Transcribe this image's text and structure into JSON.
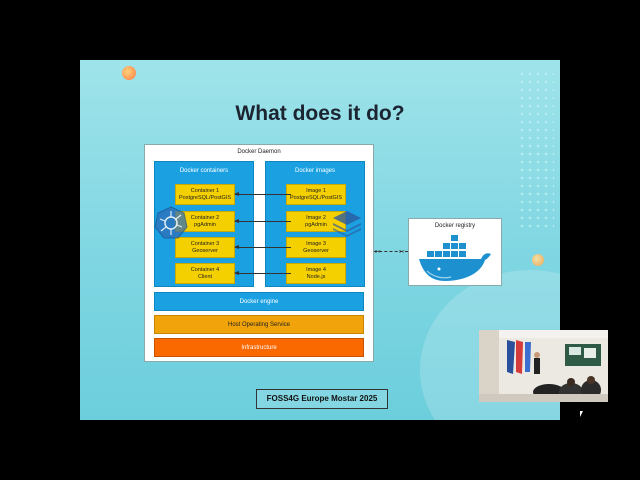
{
  "slide": {
    "title": "What does it do?",
    "footer": "FOSS4G Europe Mostar 2025"
  },
  "diagram": {
    "daemon_label": "Docker Daemon",
    "containers_label": "Docker containers",
    "images_label": "Docker images",
    "containers": [
      {
        "line1": "Container 1",
        "line2": "PostgreSQL/PostGIS"
      },
      {
        "line1": "Container 2",
        "line2": "pgAdmin"
      },
      {
        "line1": "Container 3",
        "line2": "Geoserver"
      },
      {
        "line1": "Container 4",
        "line2": "Client"
      }
    ],
    "images": [
      {
        "line1": "Image 1",
        "line2": "PostgreSQL/PostGIS"
      },
      {
        "line1": "Image 2",
        "line2": "pgAdmin"
      },
      {
        "line1": "Image 3",
        "line2": "Geoserver"
      },
      {
        "line1": "Image 4",
        "line2": "Node.js"
      }
    ],
    "engine_label": "Docker engine",
    "host_label": "Host Operating Service",
    "infra_label": "Infrastructure",
    "registry_label": "Docker registry"
  },
  "icons": [
    "docker-whale-icon",
    "kubernetes-icon",
    "layers-icon",
    "cursor-icon"
  ],
  "colors": {
    "slide_bg": "#8edde6",
    "docker_blue": "#1ba1e2",
    "item_yellow": "#f5d000",
    "host_orange": "#f0a30a",
    "infra_orange": "#fa6800",
    "whale_blue": "#1d91d0"
  }
}
